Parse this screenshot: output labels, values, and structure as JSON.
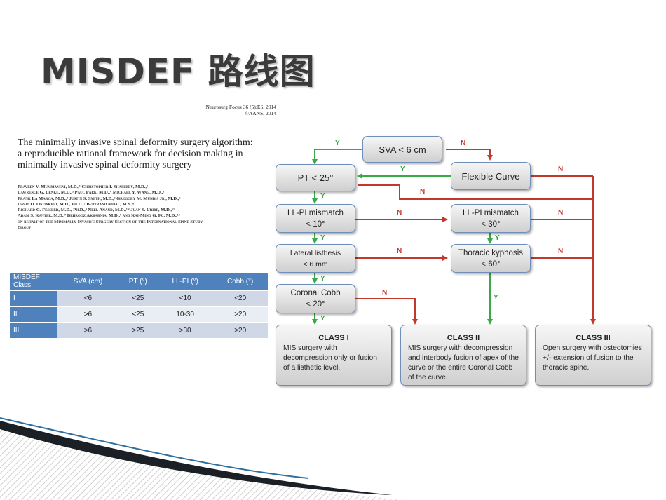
{
  "title": "MISDEF  路线图",
  "journal": {
    "line1": "Neurosurg Focus 36 (5):E6, 2014",
    "line2": "©AANS, 2014"
  },
  "paper": {
    "title_lines": [
      "The minimally invasive spinal deformity surgery algorithm:",
      "a reproducible rational framework for decision making in",
      "minimally invasive spinal deformity surgery"
    ],
    "authors": [
      "Praveen V. Mummaneni, M.D.,¹ Christopher I. Shaffrey, M.D.,²",
      "Lawrence G. Lenke, M.D.,³ Paul Park, M.D.,⁴ Michael Y. Wang, M.D.,⁵",
      "Frank La Marca, M.D.,⁴ Justin S. Smith, M.D.,² Gregory M. Mundis Jr., M.D.,⁶",
      "David O. Okonkwo, M.D., Ph.D.,⁷ Bertrand Moal, M.S.,⁸",
      "Richard G. Fessler, M.D., Ph.D.,⁹ Neel Anand, M.D.,¹⁰ Juan S. Uribe, M.D.,¹¹",
      "Adam S. Kanter, M.D.,⁷ Behrooz Akbarnia, M.D.,⁶ and Kai-Ming G. Fu, M.D.,¹²",
      "on behalf of the Minimally Invasive Surgery Section of the International Spine Study",
      "Group"
    ]
  },
  "table": {
    "headers": [
      "MISDEF Class",
      "SVA (cm)",
      "PT (°)",
      "LL-PI (°)",
      "Cobb (°)"
    ],
    "rows": [
      [
        "I",
        "<6",
        "<25",
        "<10",
        "<20"
      ],
      [
        "II",
        ">6",
        "<25",
        "10-30",
        ">20"
      ],
      [
        "III",
        ">6",
        ">25",
        ">30",
        ">20"
      ]
    ]
  },
  "flow": {
    "sva": "SVA < 6 cm",
    "flexible": "Flexible Curve",
    "pt": "PT < 25°",
    "llpi10_a": "LL-PI mismatch",
    "llpi10_b": "< 10°",
    "llpi30_a": "LL-PI mismatch",
    "llpi30_b": "< 30°",
    "lateral_a": "Lateral listhesis",
    "lateral_b": "< 6 mm",
    "thoracic_a": "Thoracic kyphosis",
    "thoracic_b": "< 60°",
    "coronal_a": "Coronal Cobb",
    "coronal_b": "< 20°",
    "class1_title": "CLASS I",
    "class1_desc": "MIS surgery with decompression only or fusion of a listhetic level.",
    "class2_title": "CLASS II",
    "class2_desc": "MIS surgery with decompression and interbody fusion of apex of the curve or the entire Coronal Cobb of the curve.",
    "class3_title": "CLASS III",
    "class3_desc": "Open surgery with osteotomies +/- extension of fusion to the thoracic spine.",
    "yes": "Y",
    "no": "N"
  },
  "colors": {
    "yes_arrow": "#3aa84a",
    "no_arrow": "#c0392b",
    "table_header": "#4f81bd"
  }
}
